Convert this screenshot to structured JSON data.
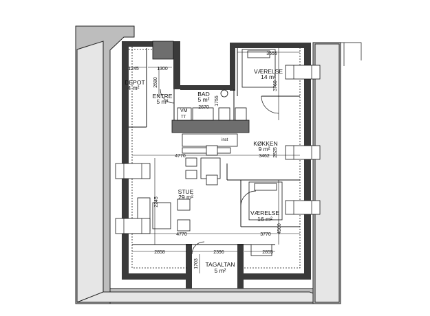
{
  "rooms": {
    "depot": {
      "name": "DEPOT",
      "area": "4 m²"
    },
    "entre": {
      "name": "ENTRE",
      "area": "5 m²"
    },
    "bad": {
      "name": "BAD",
      "area": "5 m²"
    },
    "vaerelse_top": {
      "name": "VÆRELSE",
      "area": "14 m²"
    },
    "kokken": {
      "name": "KØKKEN",
      "area": "9 m²"
    },
    "stue": {
      "name": "STUE",
      "area": "29 m²"
    },
    "vaerelse_bottom": {
      "name": "VÆRELSE",
      "area": "16 m²"
    },
    "tagaltan": {
      "name": "TAGALTAN",
      "area": "5 m²"
    }
  },
  "labels": {
    "vm": "VM",
    "tt": "TT",
    "inst": "inst"
  },
  "dimensions": {
    "d1245": "1245",
    "d1300": "1300",
    "d2680": "2680",
    "d1755": "1755",
    "d2670": "2670",
    "d3655": "3655",
    "d3760": "3760",
    "d4770a": "4770",
    "d3462": "3462",
    "d2825": "2825",
    "d2245": "2245",
    "d4500": "4500",
    "d4770b": "4770",
    "d3770": "3770",
    "d2858": "2858",
    "d2396": "2396",
    "d2855": "2855",
    "d1703": "1703"
  }
}
